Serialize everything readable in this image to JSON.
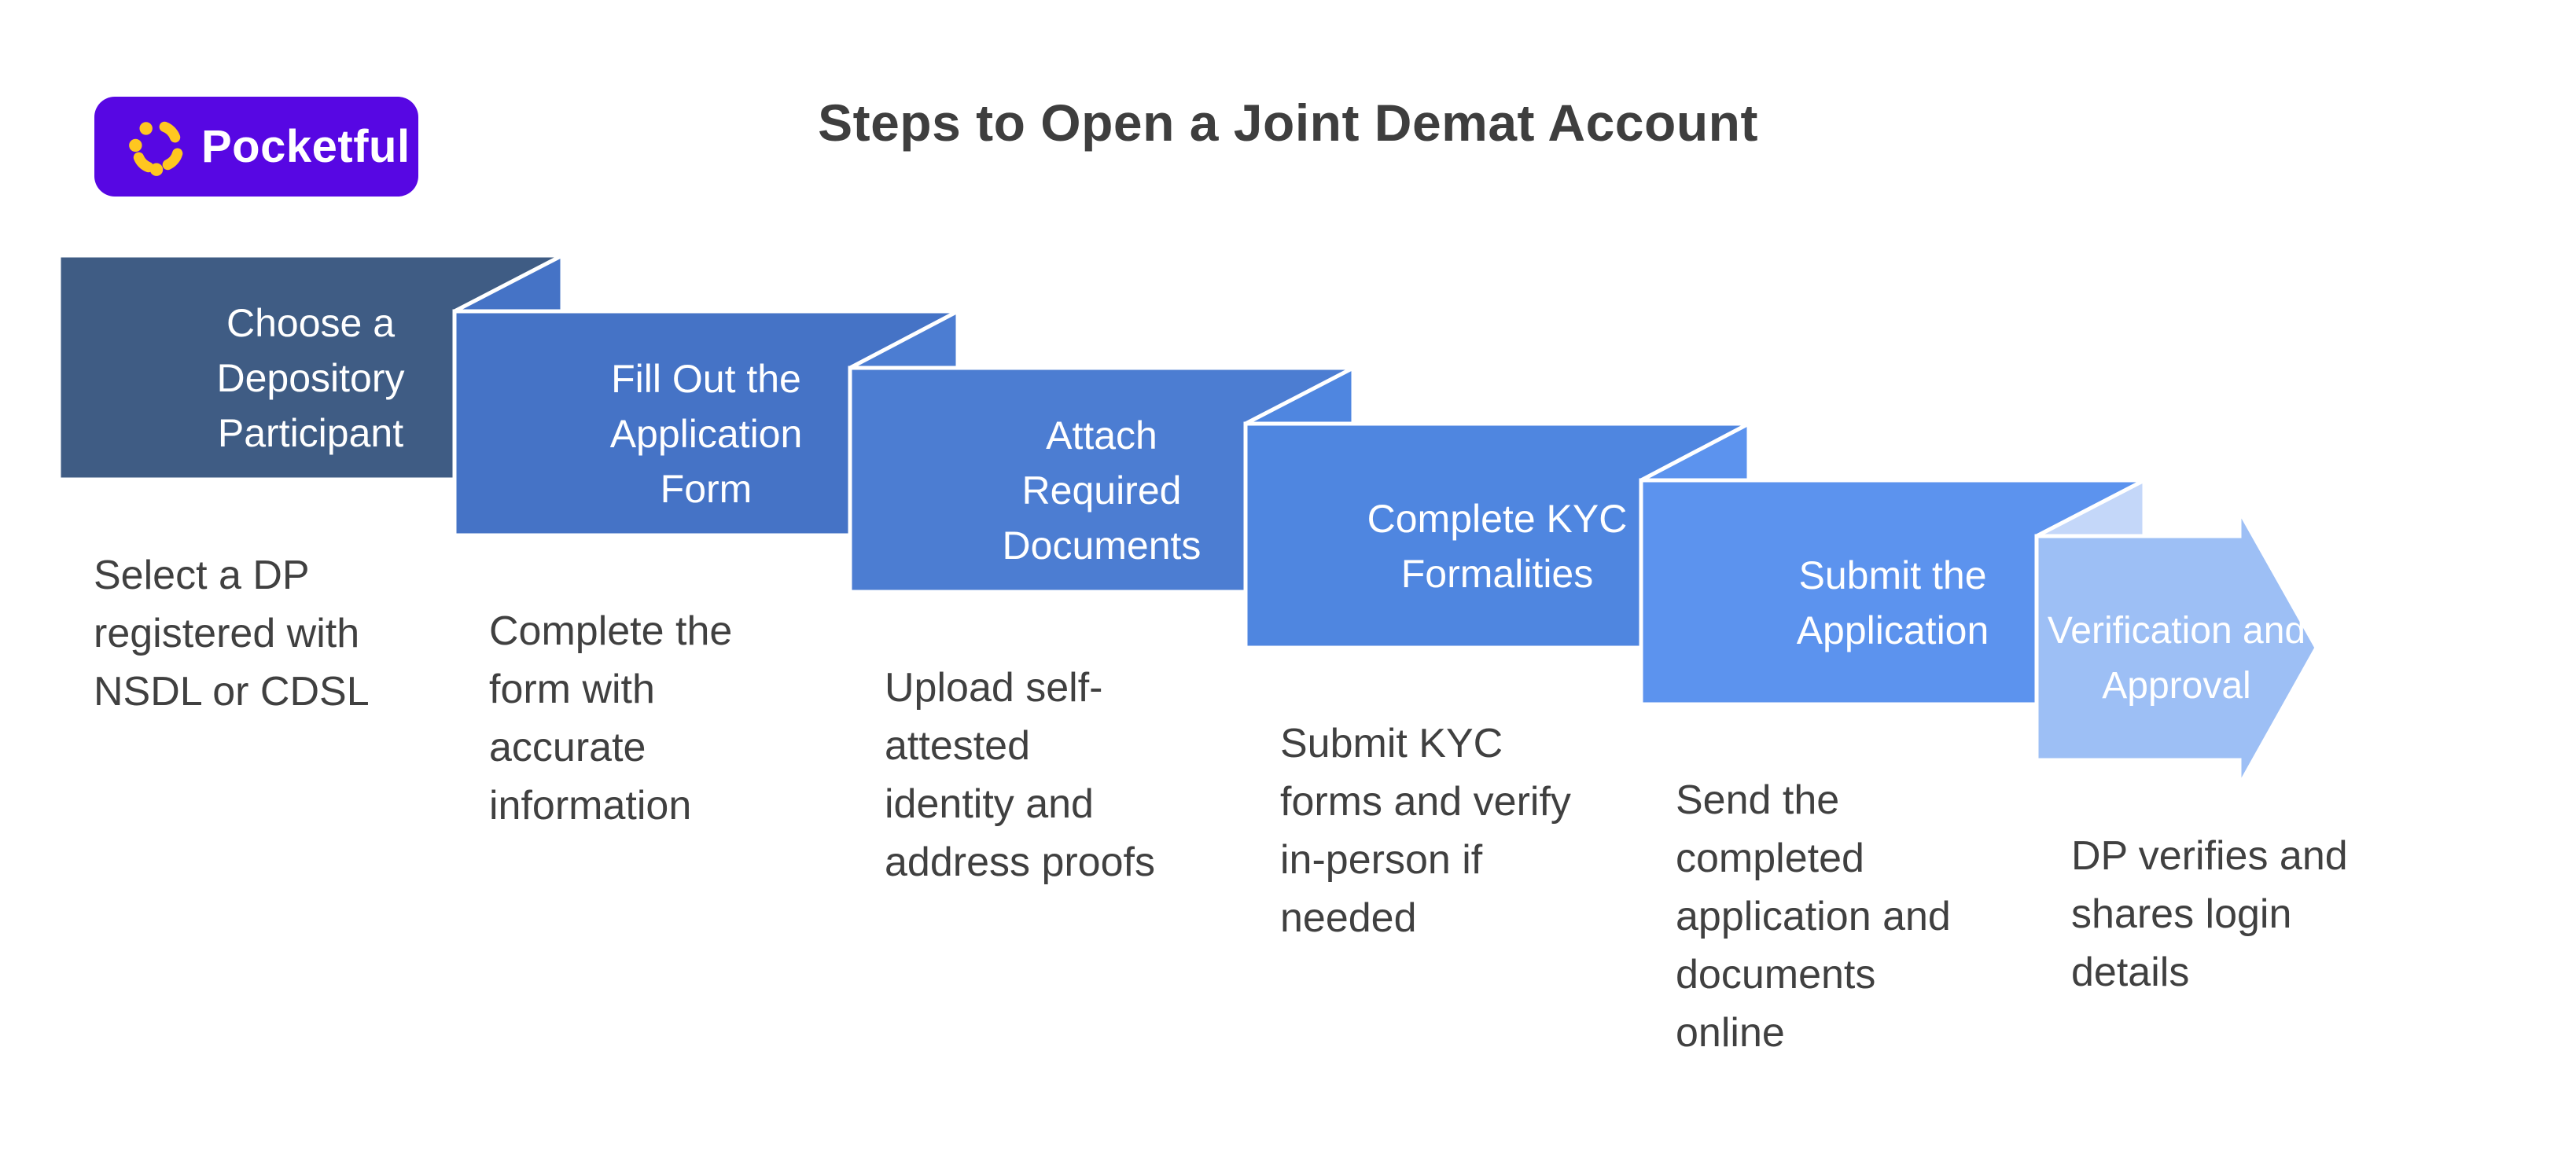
{
  "title": "Steps to Open a Joint Demat Account",
  "logo": {
    "brand": "Pocketful",
    "icon": "pocketful-flower-icon"
  },
  "theme": {
    "page_bg": "#FFFFFF",
    "title_color": "#3E3E3E",
    "caption_color": "#404040",
    "step_label_color": "#FFFFFF",
    "outline_color": "#FFFFFF",
    "logo_bg": "#5707E3",
    "logo_icon": "#FFC720",
    "logo_text": "#FFFFFF"
  },
  "steps": [
    {
      "label": "Choose a\nDepository\nParticipant",
      "description": "Select a DP\nregistered with\nNSDL or CDSL",
      "color": "#3F5C84",
      "fold_color": "#3F5C84"
    },
    {
      "label": "Fill Out the\nApplication\nForm",
      "description": "Complete the\nform with\naccurate\ninformation",
      "color": "#4573C6",
      "fold_color": "#4573C6"
    },
    {
      "label": "Attach\nRequired\nDocuments",
      "description": "Upload self-\nattested\nidentity and\naddress proofs",
      "color": "#4C7DD2",
      "fold_color": "#4C7DD2"
    },
    {
      "label": "Complete KYC\nFormalities",
      "description": "Submit KYC\nforms and verify\nin-person if\nneeded",
      "color": "#4F86E0",
      "fold_color": "#4F86E0"
    },
    {
      "label": "Submit the\nApplication",
      "description": "Send the\ncompleted\napplication and\ndocuments\nonline",
      "color": "#5C93EE",
      "fold_color": "#5C93EE"
    },
    {
      "label": "Verification and\nApproval",
      "description": "DP verifies and\nshares login\ndetails",
      "color": "#9DBFF5",
      "fold_color": "#C4D7F9"
    }
  ]
}
